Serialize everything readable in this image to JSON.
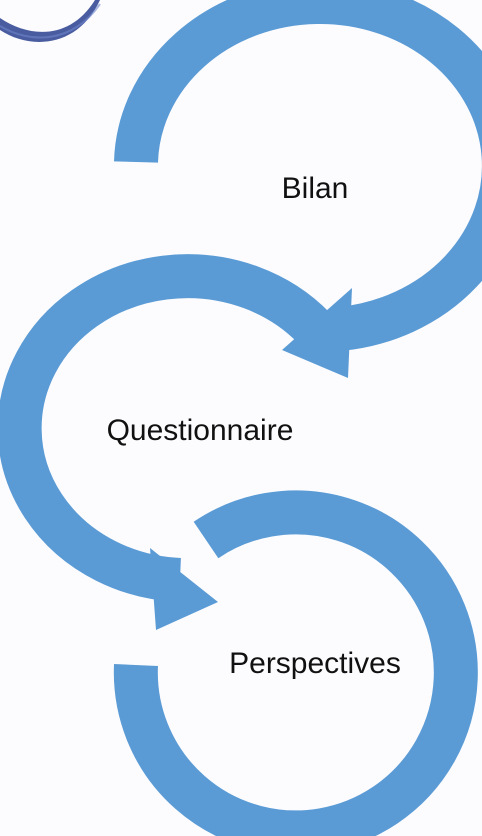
{
  "diagram": {
    "type": "cycle-flow",
    "steps": [
      {
        "label": "Bilan"
      },
      {
        "label": "Questionnaire"
      },
      {
        "label": "Perspectives"
      }
    ]
  },
  "colors": {
    "arrow": "#5b9bd5",
    "text": "#111111",
    "background": "#fcfcfe",
    "logo_fragment": "#2a3f8f"
  },
  "icons": {
    "logo": "logo-fragment-icon"
  }
}
